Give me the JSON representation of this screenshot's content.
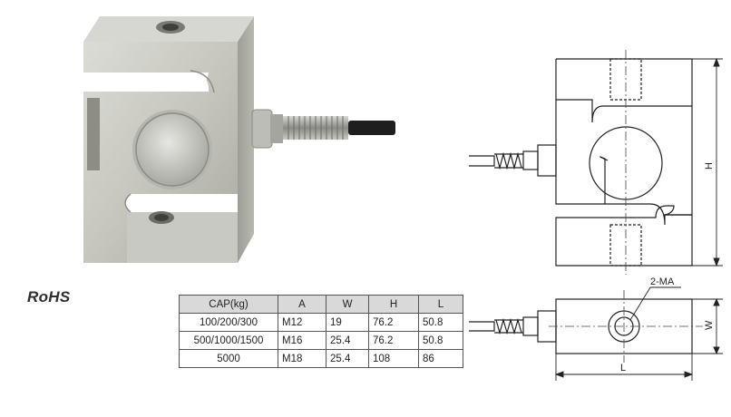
{
  "badge": {
    "rohs": "RoHS"
  },
  "spec_table": {
    "headers": [
      "CAP(kg)",
      "A",
      "W",
      "H",
      "L"
    ],
    "rows": [
      [
        "100/200/300",
        "M12",
        "19",
        "76.2",
        "50.8"
      ],
      [
        "500/1000/1500",
        "M16",
        "25.4",
        "76.2",
        "50.8"
      ],
      [
        "5000",
        "M18",
        "25.4",
        "108",
        "86"
      ]
    ]
  },
  "drawing": {
    "height_label": "H",
    "width_label": "W",
    "length_label": "L",
    "thread_label": "2-MA"
  }
}
